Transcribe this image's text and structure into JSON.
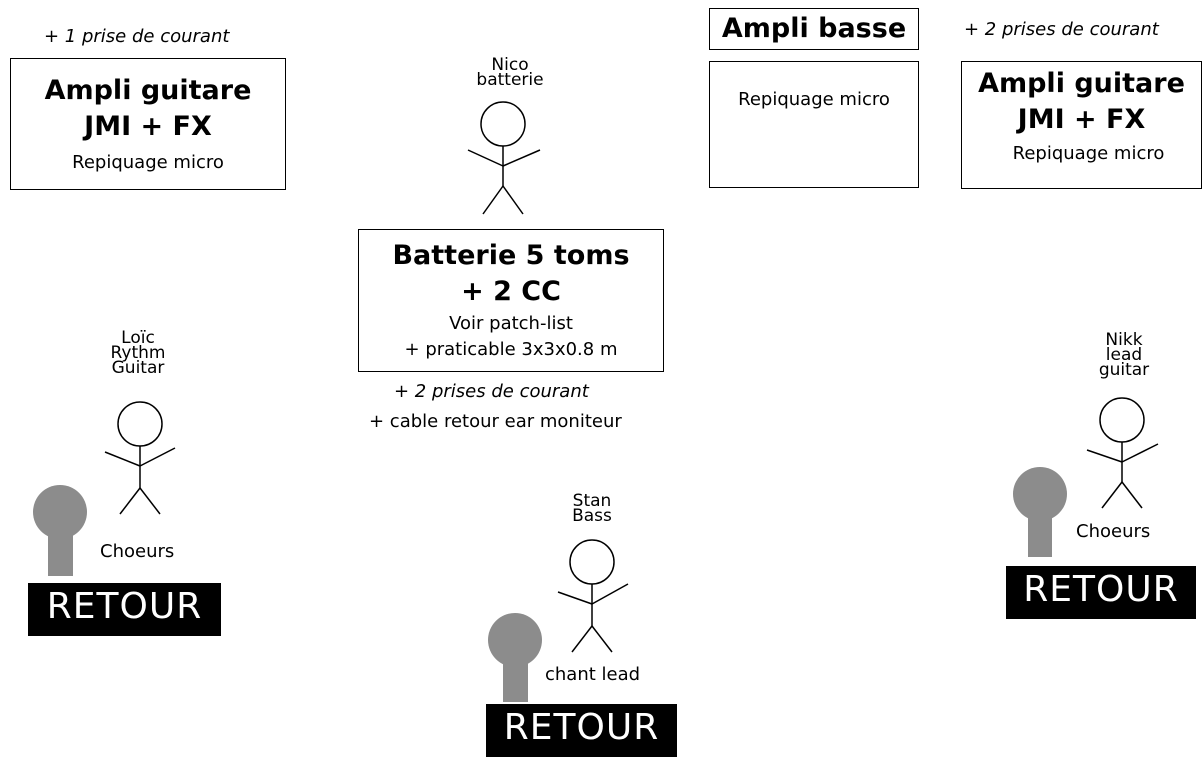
{
  "amp_guitar_left": {
    "note": "+ 1 prise de courant",
    "title_line1": "Ampli guitare",
    "title_line2": "JMI + FX",
    "sub": "Repiquage micro"
  },
  "drummer": {
    "name": "Nico",
    "role": "batterie"
  },
  "drums": {
    "title_line1": "Batterie 5 toms",
    "title_line2": "+ 2 CC",
    "line3": "Voir patch-list",
    "line4": "+ praticable 3x3x0.8 m",
    "note_power": "+ 2 prises de courant",
    "note_cable": "+ cable retour ear moniteur"
  },
  "amp_bass": {
    "title": "Ampli basse",
    "sub": "Repiquage micro"
  },
  "amp_guitar_right": {
    "note": "+ 2 prises de courant",
    "title_line1": "Ampli guitare",
    "title_line2": "JMI + FX",
    "sub": "Repiquage micro"
  },
  "player_left": {
    "line1": "Loïc",
    "line2": "Rythm",
    "line3": "Guitar",
    "mic_label": "Choeurs",
    "monitor": "RETOUR"
  },
  "player_center": {
    "line1": "Stan",
    "line2": "Bass",
    "mic_label": "chant lead",
    "monitor": "RETOUR"
  },
  "player_right": {
    "line1": "Nikk",
    "line2": "lead",
    "line3": "guitar",
    "mic_label": "Choeurs",
    "monitor": "RETOUR"
  },
  "colors": {
    "mic": "#8c8c8c",
    "monitor_bg": "#000000",
    "monitor_text": "#ffffff"
  }
}
